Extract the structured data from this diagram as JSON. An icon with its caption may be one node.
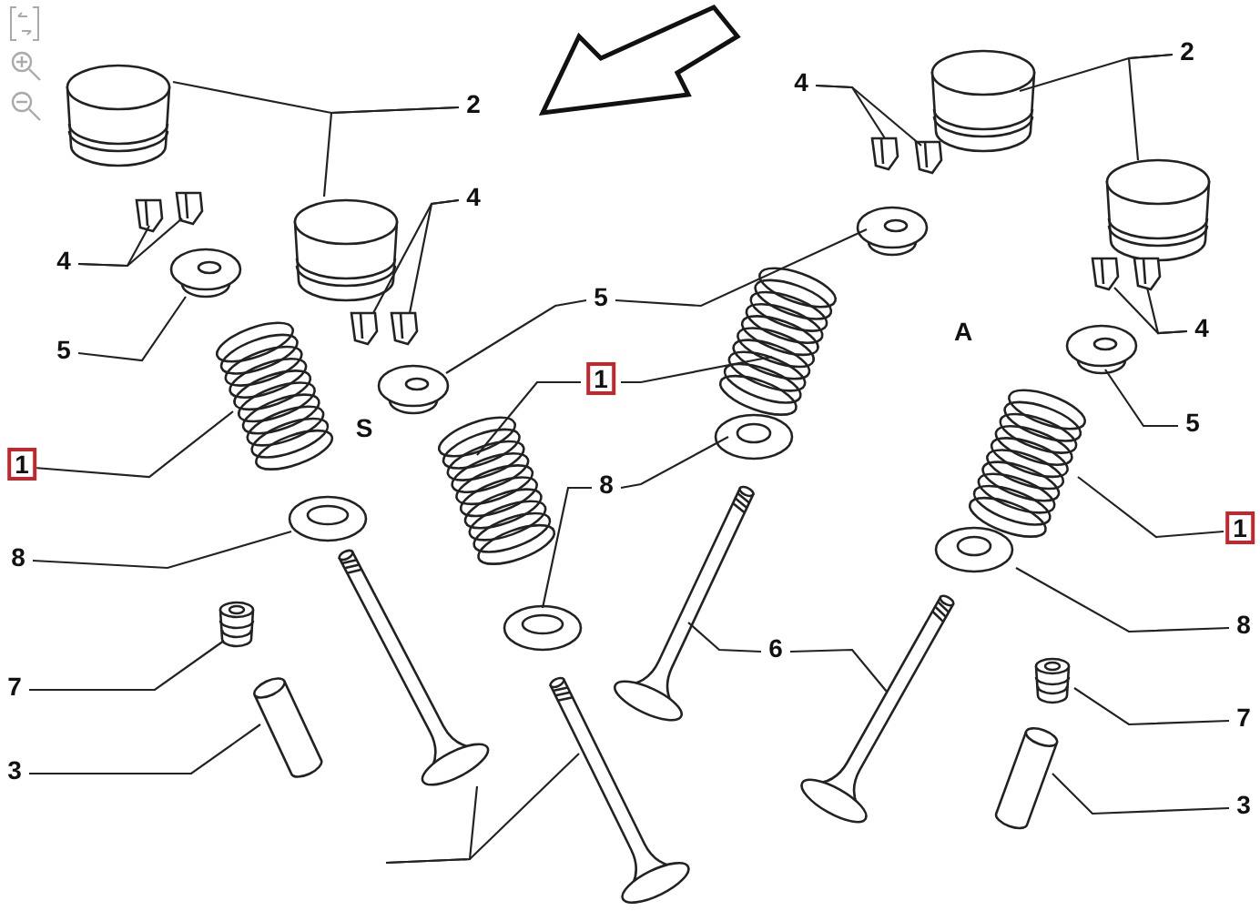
{
  "diagram": {
    "nodes": [
      {
        "text": [
          "2"
        ]
      },
      {
        "text": [
          "4"
        ]
      },
      {
        "text": [
          "4"
        ]
      },
      {
        "text": [
          "5"
        ]
      },
      {
        "text": [
          "5"
        ]
      },
      {
        "text": [
          "1"
        ]
      },
      {
        "text": [
          "1"
        ]
      },
      {
        "text": [
          "8"
        ]
      },
      {
        "text": [
          "8"
        ]
      },
      {
        "text": [
          "7"
        ]
      },
      {
        "text": [
          "3"
        ]
      },
      {
        "text": [
          "6"
        ]
      },
      {
        "text": [
          "2"
        ]
      },
      {
        "text": [
          "4"
        ]
      },
      {
        "text": [
          "4"
        ]
      },
      {
        "text": [
          "5"
        ]
      },
      {
        "text": [
          "1"
        ]
      },
      {
        "text": [
          "8"
        ]
      },
      {
        "text": [
          "7"
        ]
      },
      {
        "text": [
          "3"
        ]
      },
      {
        "text": [],
        "shape": "picture"
      },
      {
        "text": [],
        "shape": "picture"
      },
      {
        "text": [],
        "shape": "picture"
      },
      {
        "text": [],
        "shape": "picture"
      },
      {
        "text": [],
        "shape": "picture"
      },
      {
        "text": [],
        "shape": "picture"
      },
      {
        "text": [],
        "shape": "picture"
      },
      {
        "text": [],
        "shape": "picture"
      },
      {
        "text": [],
        "shape": "picture"
      },
      {
        "text": [],
        "shape": "picture"
      },
      {
        "text": [],
        "shape": "picture"
      },
      {
        "text": [],
        "shape": "picture"
      },
      {
        "text": [],
        "shape": "picture"
      },
      {
        "text": [],
        "shape": "picture"
      },
      {
        "text": [],
        "shape": "picture"
      },
      {
        "text": [],
        "shape": "picture"
      },
      {
        "text": [],
        "shape": "picture"
      },
      {
        "text": [],
        "shape": "picture"
      },
      {
        "text": [],
        "shape": "picture"
      },
      {
        "text": [],
        "shape": "picture"
      },
      {
        "text": [],
        "shape": "picture"
      },
      {
        "text": [],
        "shape": "picture"
      },
      {
        "text": [],
        "shape": "picture"
      },
      {
        "text": [],
        "shape": "picture"
      },
      {
        "text": [],
        "shape": "picture"
      },
      {
        "text": [],
        "shape": "picture"
      },
      {
        "text": [],
        "shape": "picture"
      },
      {
        "text": [],
        "shape": "picture"
      },
      {
        "text": [],
        "shape": "picture"
      },
      {
        "text": [],
        "shape": "picture"
      },
      {
        "text": [],
        "shape": "picture"
      },
      {
        "text": [],
        "shape": "picture"
      }
    ],
    "edges": [
      {
        "from": 0,
        "to": 20,
        "arrow": "none"
      },
      {
        "from": 0,
        "to": 21,
        "arrow": "none"
      },
      {
        "from": 1,
        "to": 25,
        "arrow": "none"
      },
      {
        "from": 1,
        "to": 26,
        "arrow": "none"
      },
      {
        "from": 2,
        "to": 22,
        "arrow": "none"
      },
      {
        "from": 2,
        "to": 23,
        "arrow": "none"
      },
      {
        "from": 3,
        "to": 24,
        "arrow": "none"
      },
      {
        "from": 4,
        "to": 27,
        "arrow": "none"
      },
      {
        "from": 4,
        "to": 40,
        "arrow": "none"
      },
      {
        "from": 5,
        "to": 28,
        "arrow": "none"
      },
      {
        "from": 6,
        "to": 33,
        "arrow": "none"
      },
      {
        "from": 6,
        "to": 41,
        "arrow": "none"
      },
      {
        "from": 7,
        "to": 29,
        "arrow": "none"
      },
      {
        "from": 8,
        "to": 34,
        "arrow": "none"
      },
      {
        "from": 8,
        "to": 42,
        "arrow": "none"
      },
      {
        "from": 9,
        "to": 30,
        "arrow": "none"
      },
      {
        "from": 10,
        "to": 31,
        "arrow": "none"
      },
      {
        "from": null,
        "to": 32,
        "arrow": "none"
      },
      {
        "from": null,
        "to": 35,
        "arrow": "none"
      },
      {
        "from": 11,
        "to": 43,
        "arrow": "none"
      },
      {
        "from": 11,
        "to": 49,
        "arrow": "none"
      },
      {
        "from": 12,
        "to": 36,
        "arrow": "none"
      },
      {
        "from": 12,
        "to": 37,
        "arrow": "none"
      },
      {
        "from": 13,
        "to": 38,
        "arrow": "none"
      },
      {
        "from": 13,
        "to": 39,
        "arrow": "none"
      },
      {
        "from": 14,
        "to": 44,
        "arrow": "none"
      },
      {
        "from": 14,
        "to": 45,
        "arrow": "none"
      },
      {
        "from": 15,
        "to": 46,
        "arrow": "none"
      },
      {
        "from": 16,
        "to": 47,
        "arrow": "none"
      },
      {
        "from": 17,
        "to": 48,
        "arrow": "none"
      },
      {
        "from": 18,
        "to": 50,
        "arrow": "none"
      },
      {
        "from": 19,
        "to": 51,
        "arrow": "none"
      }
    ],
    "labels": [
      "S",
      "A"
    ]
  }
}
